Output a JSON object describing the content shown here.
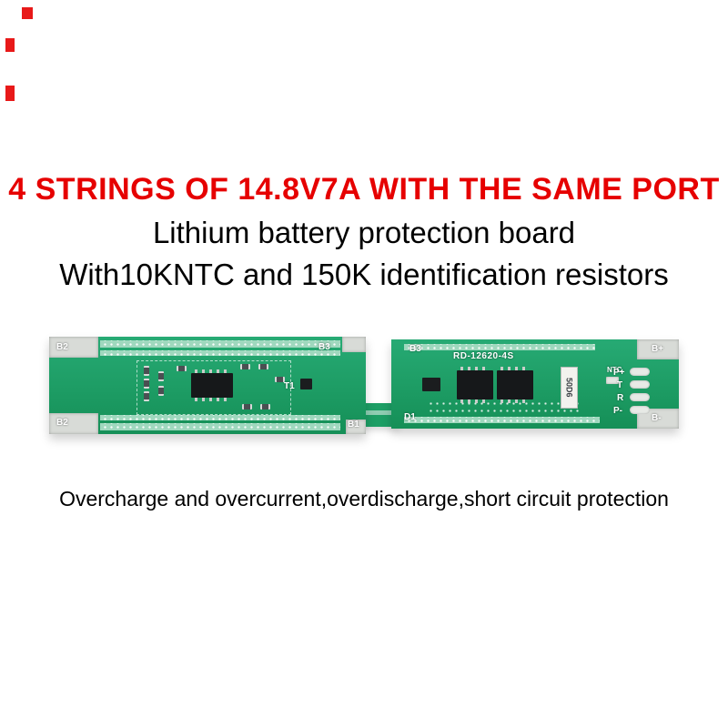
{
  "colors": {
    "headline_red": "#e60000",
    "body_text": "#000000",
    "pcb_green": "#1d9c64",
    "pcb_light_band": "#9fd8be",
    "solder_pad_gray": "#d8dbd7",
    "silkscreen_white": "#ffffff"
  },
  "text": {
    "headline": "4 STRINGS OF 14.8V7A WITH THE SAME PORT",
    "subtitle_line1": "Lithium battery protection board",
    "subtitle_line2": "With10KNTC and 150K identification resistors",
    "caption": "Overcharge and overcurrent,overdischarge,short circuit protection"
  },
  "pcb": {
    "model_silkscreen": "RD-12620-4S",
    "left_board": {
      "pad_top_left": "B2",
      "pad_bottom_left": "B2",
      "pad_top_right": "B3",
      "pad_bottom_right": "B1",
      "transistor_label": "T1"
    },
    "right_board": {
      "label_top_left": "B3",
      "label_bottom_left": "D1",
      "ntc_label": "NTC",
      "resistor_marking": "50D6",
      "pad_b_plus": "B+",
      "pad_p_plus": "P+",
      "pad_t": "T",
      "pad_r": "R",
      "pad_p_minus": "P-",
      "pad_b_minus": "B-"
    }
  }
}
